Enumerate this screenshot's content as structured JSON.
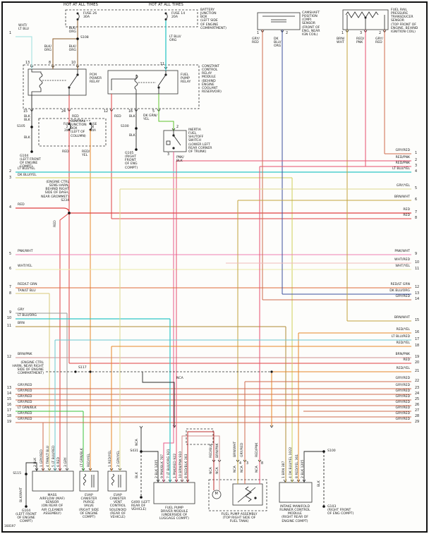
{
  "header": {
    "hot_left": "HOT AT ALL TIMES",
    "hot_right": "HOT AT ALL TIMES",
    "fuse26": "FUSE 26\n30A",
    "fuse14": "FUSE 14\n20A",
    "battery_junction_box": "BATTERY\nJUNCTION\nBOX\n(LEFT SIDE\nOF ENGINE\nCOMPARTMENT)",
    "s108": "S108",
    "blk_org_a": "BLK/\nORG",
    "blk_org_b": "BLK/\nORG",
    "blk_org_c": "BLK/\nORG",
    "lt_blu_org": "LT BLU/\nORG",
    "pin13": "13",
    "pin8": "8",
    "pin10": "10",
    "pin11": "11"
  },
  "ccrm": {
    "label": "CONSTANT\nCONTROL\nRELAY\nMODULE\n(BEHIND\nENGINE\nCOOLANT\nRESERVOIR)",
    "pcm_relay": "PCM\nPOWER\nRELAY",
    "fuel_pump_relay": "FUEL\nPUMP\nRELAY",
    "pin15": "15",
    "pin24": "24",
    "pin12": "12",
    "pin16": "16",
    "pin5": "5",
    "w15": "BLK",
    "w24": "RED",
    "w12": "RED",
    "w16": "BLK",
    "w5": "DK GRN/\nYEL"
  },
  "cmp": {
    "label": "CAMSHAFT\nPOSITION\n(CMP)\nSENSOR\n(FRONT OF\nENG, NEAR\nIGN COIL)",
    "pin1": "1",
    "pin2": "2",
    "w1": "GRY/\nRED",
    "w2": "DK\nBLU/\nORG"
  },
  "frp": {
    "label": "FUEL RAIL\nPRESSURE\nTRANSDUCER\nSENSOR\n(TOP FRONT OF\nENGINE, BEHIND\nIGNITION COIL)",
    "pin1": "1",
    "pin3": "3",
    "pin2": "2",
    "w1": "BRN/\nWHT",
    "w3": "RED/\nPNK",
    "w2": "GRY/\nRED"
  },
  "cjb": {
    "label": "CENTRAL\nJUNCTION\nBOX\n(LEFT OF\nCOLUMN)",
    "fuse2": "FUSE\n2\n20A",
    "fuse6": "FUSE\n6\n20A",
    "s105": "S105",
    "blk_a": "BLK",
    "blk_b": "BLK",
    "g104": "G104\n(LEFT FRONT\nOF ENGINE\nCOMPT)",
    "red": "RED",
    "red_yel": "RED/\nYEL"
  },
  "ground_mid": {
    "s100": "S100",
    "blk": "BLK",
    "g105": "G105\n(RIGHT\nFRONT\nOF ENG\nCOMPT)"
  },
  "inertia": {
    "label": "INERTIA\nFUEL\nSHUTOFF\nSWITCH\n(LOWER LEFT\nREAR CORNER\nOF TRUNK)",
    "pin2": "2",
    "pin3": "3",
    "w3": "PNK/\nBLK"
  },
  "s234": {
    "note": "(ENGINE CTRL\nSENS HARN,\nBEHIND RIGHT\nSIDE OF DASH,\nNEAR GROMMET)\nS234",
    "red_v": "RED"
  },
  "s117": {
    "note": "(ENGINE CTRL\nHARN, NEAR RIGHT\nSIDE OF ENGINE\nCOMPARTMENT)",
    "name": "S117",
    "nca": "NCA"
  },
  "left_wires": [
    {
      "n": "1",
      "label": "WHT/\nLT BLU"
    },
    {
      "n": "2",
      "label": "LT BLU/YEL"
    },
    {
      "n": "3",
      "label": "DK BLU/YEL"
    },
    {
      "n": "4",
      "label": "RED"
    },
    {
      "n": "5",
      "label": "PNK/WHT"
    },
    {
      "n": "6",
      "label": "WHT/YEL"
    },
    {
      "n": "7",
      "label": "RED/LT GRN"
    },
    {
      "n": "8",
      "label": "TAN/LT BLU"
    },
    {
      "n": "9",
      "label": "GRY"
    },
    {
      "n": "10",
      "label": "LT BLU/ORG"
    },
    {
      "n": "11",
      "label": "BRN"
    },
    {
      "n": "12",
      "label": "BRN/PNK"
    },
    {
      "n": "13",
      "label": "GRY/RED"
    },
    {
      "n": "14",
      "label": "GRY/RED"
    },
    {
      "n": "15",
      "label": "GRY/RED"
    },
    {
      "n": "16",
      "label": "GRY/RED"
    },
    {
      "n": "17",
      "label": "LT GRN/BLK"
    },
    {
      "n": "18",
      "label": "GRY/RED"
    },
    {
      "n": "19",
      "label": "GRY/RED"
    }
  ],
  "right_wires": [
    {
      "n": "1",
      "label": "GRY/RED"
    },
    {
      "n": "2",
      "label": "RED/PNK"
    },
    {
      "n": "3",
      "label": "RED/PNK"
    },
    {
      "n": "4",
      "label": "LT BLU/YEL"
    },
    {
      "n": "5",
      "label": "GRY/YEL"
    },
    {
      "n": "6",
      "label": "BRN/WHT"
    },
    {
      "n": "7",
      "label": "RED"
    },
    {
      "n": "8",
      "label": "RED"
    },
    {
      "n": "9",
      "label": "PNK/WHT"
    },
    {
      "n": "10",
      "label": "WHT/RED"
    },
    {
      "n": "11",
      "label": "WHT/YEL"
    },
    {
      "n": "12",
      "label": "RED/LT GRN"
    },
    {
      "n": "13",
      "label": "DK BLU/ORG"
    },
    {
      "n": "14",
      "label": "GRY/RED"
    },
    {
      "n": "15",
      "label": "BRN/WHT"
    },
    {
      "n": "16",
      "label": "RED/YEL"
    },
    {
      "n": "17",
      "label": "LT BLU/RED"
    },
    {
      "n": "18",
      "label": "RED/YEL"
    },
    {
      "n": "19",
      "label": "BRN/PNK"
    },
    {
      "n": "20",
      "label": "RED"
    },
    {
      "n": "21",
      "label": "RED/YEL"
    },
    {
      "n": "22",
      "label": "GRY/RED"
    },
    {
      "n": "23",
      "label": "GRY/RED"
    },
    {
      "n": "24",
      "label": "GRY/RED"
    },
    {
      "n": "25",
      "label": "GRY/RED"
    },
    {
      "n": "26",
      "label": "GRY/RED"
    },
    {
      "n": "27",
      "label": "GRY/RED"
    },
    {
      "n": "28",
      "label": "GRY/RED"
    },
    {
      "n": "29",
      "label": "GRY/RED"
    }
  ],
  "maf": {
    "label": "MASS\nAIRFLOW (MAF)\nSENSOR\n(ON REAR OF\nAIR CLEANER\nASSEMBLY)",
    "pins": [
      "2  BLK",
      "1  GRY/RED",
      "4  TAN/LT BLU",
      "5  LT BLU/RED",
      "6  RED",
      "3  GRY"
    ],
    "s115": "S115",
    "blk_wht": "BLK/WHT",
    "g104": "G104\n(LEFT FRONT\nOF ENGINE\nCOMPT)"
  },
  "purge": {
    "label": "EVAP\nCANISTER\nPURGE\nVALVE\n(RIGHT SIDE\nOF ENGINE\nCOMPT)",
    "pins": [
      "LT GRN/BLK",
      "RED/YEL"
    ]
  },
  "vent": {
    "label": "EVAP\nCANISTER\nVENT\nCONTROL\nSOLENOID\n(REAR OF\nVEHICLE)",
    "pins": [
      "1  RED/YEL",
      "2  GRY/YEL"
    ]
  },
  "g400": {
    "s431": "S431",
    "nca": "NCA",
    "blk": "BLK",
    "label": "G400 (LEFT\nREAR OF\nVEHICLE)"
  },
  "fpdm": {
    "label": "FUEL PUMP\nDRIVER MODULE\n(UNDERSIDE OF\nLUGGAGE COMPT)",
    "pins": [
      "2  BLK  1205",
      "9  PNK/BLK  787",
      "7  LT BLU/ORG  921",
      "1  PNK/RED  922",
      "10  BRN/PNK  910",
      "8  RED/BLK  363"
    ]
  },
  "fpa": {
    "label": "FUEL PUMP ASSEMBLY\n(TOP RIGHT SIDE OF\nFUEL TANK)",
    "w_motor": [
      "RED/BLK",
      "BRN/PNK"
    ],
    "w_sender": [
      "BRN/WHT",
      "GRY/RED",
      "RED/PNK"
    ],
    "nca": [
      "NCA",
      "NCA",
      "NCA",
      "NCA",
      "NCA"
    ],
    "sender_pins": [
      "4",
      "3",
      "8"
    ],
    "motor": "M"
  },
  "imrc": {
    "label": "INTAKE MANIFOLD\nRUNNER CONTROL\nMODULE\n(RIGHT REAR OF\nENGINE COMPT)",
    "pins": [
      "1  BRN  387",
      "4  DK BLU/YEL  1022",
      "8  RED/YEL  361",
      "2  BLK  1205"
    ],
    "s100": "S100",
    "blk": "BLK",
    "g103": "G103\n(RIGHT FRONT\nOF ENG COMPT)"
  },
  "footer": {
    "id": "168197"
  },
  "colors": {
    "blk": "#3a3a3a",
    "blk_org": "#8a5a28",
    "wht_lt_blu": "#9adede",
    "lt_blu_org": "#2fc7c7",
    "red": "#e04040",
    "red_yel": "#e8872a",
    "dk_grn_yel": "#5ec42e",
    "pnk_blk": "#e85c8a",
    "lt_blu_yel": "#4fd0d0",
    "dk_blu_yel": "#cfcf5a",
    "gry_red": "#cf6a4e",
    "red_pnk": "#e8506e",
    "gry_yel": "#ddd78e",
    "brn_wht": "#c2a23e",
    "pnk_wht": "#f080b0",
    "wht_red": "#eebaba",
    "wht_yel": "#ececa8",
    "red_lt_grn": "#e06a38",
    "dk_blu_org": "#3a4e9e",
    "brn": "#b08a34",
    "brn_pnk": "#cf8f8f",
    "lt_blu_red": "#6cc7cf",
    "gry": "#9a9a9a",
    "lt_grn_blk": "#3cc23c",
    "tan_lt_blu": "#d9c97a",
    "red_blk": "#c03030"
  }
}
